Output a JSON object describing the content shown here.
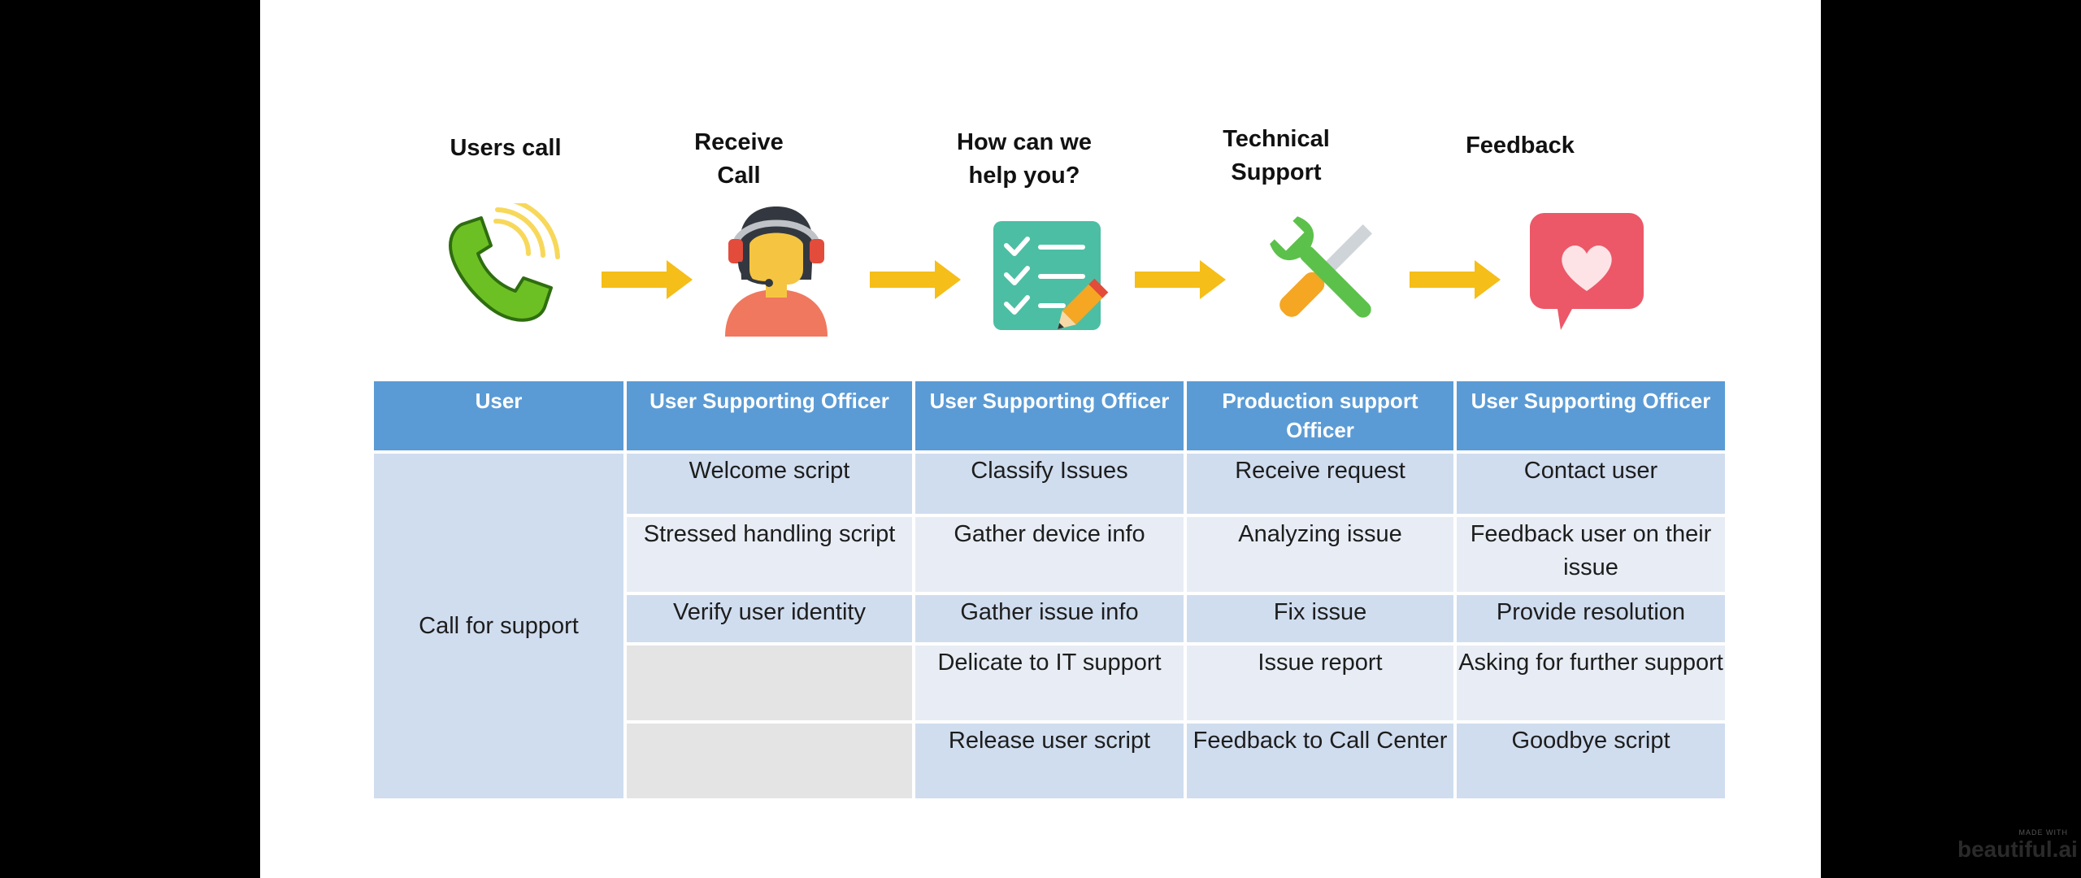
{
  "steps": [
    {
      "title": "Users call",
      "icon": "phone-icon"
    },
    {
      "title": "Receive Call",
      "icon": "operator-headset-icon"
    },
    {
      "title": "How can we help you?",
      "icon": "checklist-icon"
    },
    {
      "title": "Technical Support",
      "icon": "tools-icon"
    },
    {
      "title": "Feedback",
      "icon": "heart-chat-icon"
    }
  ],
  "table": {
    "headers": [
      "User",
      "User Supporting Officer",
      "User Supporting Officer",
      "Production support Officer",
      "User Supporting Officer"
    ],
    "user_action": "Call for support",
    "rows": [
      [
        "Welcome script",
        "Classify Issues",
        "Receive request",
        "Contact user"
      ],
      [
        "Stressed handling script",
        "Gather device info",
        "Analyzing issue",
        "Feedback user on their issue"
      ],
      [
        "Verify user identity",
        "Gather issue info",
        "Fix issue",
        "Provide resolution"
      ],
      [
        "",
        "Delicate to IT support",
        "Issue report",
        "Asking for further support"
      ],
      [
        "",
        "Release user script",
        "Feedback to Call Center",
        "Goodbye script"
      ]
    ]
  },
  "branding": {
    "made_with": "MADE WITH",
    "name": "beautiful.ai"
  },
  "colors": {
    "header": "#5b9bd5",
    "row_dark": "#d0ddef",
    "row_light": "#e8edf5",
    "empty": "#e4e4e4",
    "arrow": "#f5be18"
  }
}
